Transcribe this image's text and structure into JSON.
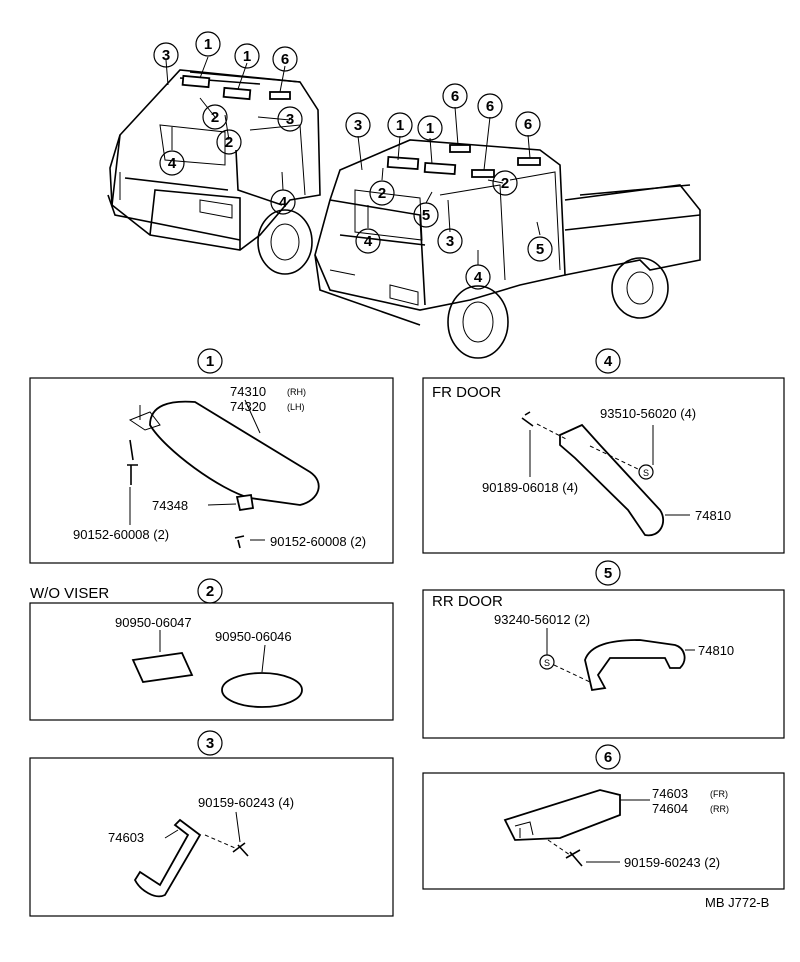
{
  "overview": {
    "callouts": [
      "1",
      "1",
      "1",
      "1",
      "2",
      "2",
      "2",
      "2",
      "3",
      "3",
      "3",
      "3",
      "4",
      "4",
      "4",
      "4",
      "5",
      "5",
      "6",
      "6",
      "6",
      "6"
    ]
  },
  "sections": {
    "s1": {
      "circle": "1",
      "parts": {
        "p74310": "74310",
        "p74310_note": "(RH)",
        "p74320": "74320",
        "p74320_note": "(LH)",
        "p74348": "74348",
        "screw_a": "90152-60008 (2)",
        "screw_b": "90152-60008 (2)"
      }
    },
    "s2": {
      "circle": "2",
      "heading": "W/O VISER",
      "parts": {
        "pad_square": "90950-06047",
        "pad_oval": "90950-06046"
      }
    },
    "s3": {
      "circle": "3",
      "parts": {
        "grip": "74603",
        "screw": "90159-60243 (4)"
      }
    },
    "s4": {
      "circle": "4",
      "heading": "FR DOOR",
      "parts": {
        "screw": "93510-56020 (4)",
        "nut": "90189-06018 (4)",
        "handle": "74810",
        "s_mark": "S"
      }
    },
    "s5": {
      "circle": "5",
      "heading": "RR DOOR",
      "parts": {
        "screw": "93240-56012 (2)",
        "handle": "74810",
        "s_mark": "S"
      }
    },
    "s6": {
      "circle": "6",
      "parts": {
        "p74603": "74603",
        "p74603_note": "(FR)",
        "p74604": "74604",
        "p74604_note": "(RR)",
        "screw": "90159-60243 (2)"
      }
    }
  },
  "footer": {
    "code": "MB  J772-B"
  }
}
